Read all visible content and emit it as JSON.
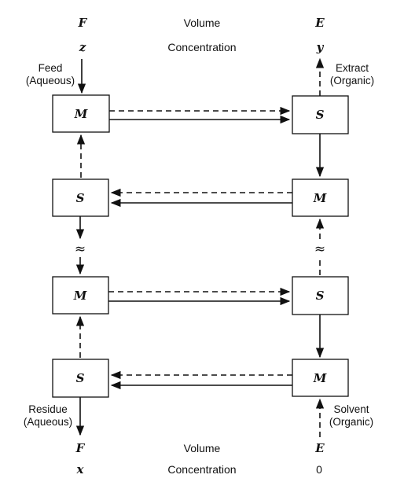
{
  "top": {
    "left_symbol": "F",
    "center_label": "Volume",
    "right_symbol": "E",
    "left_conc": "z",
    "center_conc": "Concentration",
    "right_conc": "y"
  },
  "bottom": {
    "left_symbol": "F",
    "center_label": "Volume",
    "right_symbol": "E",
    "left_conc": "x",
    "center_conc": "Concentration",
    "right_conc": "0"
  },
  "side_labels": {
    "feed_line1": "Feed",
    "feed_line2": "(Aqueous)",
    "extract_line1": "Extract",
    "extract_line2": "(Organic)",
    "residue_line1": "Residue",
    "residue_line2": "(Aqueous)",
    "solvent_line1": "Solvent",
    "solvent_line2": "(Organic)"
  },
  "stages": {
    "left": [
      "M",
      "S",
      "M",
      "S"
    ],
    "right": [
      "S",
      "M",
      "S",
      "M"
    ]
  },
  "ellipsis_symbol": "≈"
}
